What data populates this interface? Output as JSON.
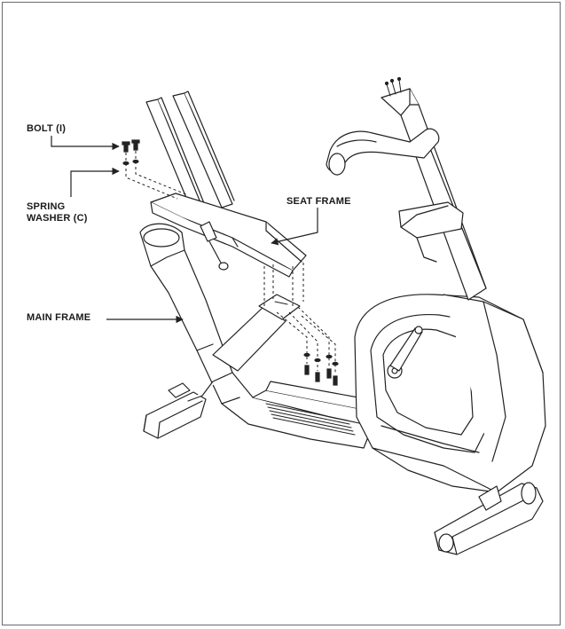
{
  "labels": {
    "bolt": "BOLT (I)",
    "spring_washer_line1": "SPRING",
    "spring_washer_line2": "WASHER (C)",
    "seat_frame": "SEAT FRAME",
    "main_frame": "MAIN FRAME"
  },
  "colors": {
    "line": "#222222",
    "border": "#6b6b6b",
    "fill": "#ffffff",
    "shade": "#e6e6e6"
  }
}
